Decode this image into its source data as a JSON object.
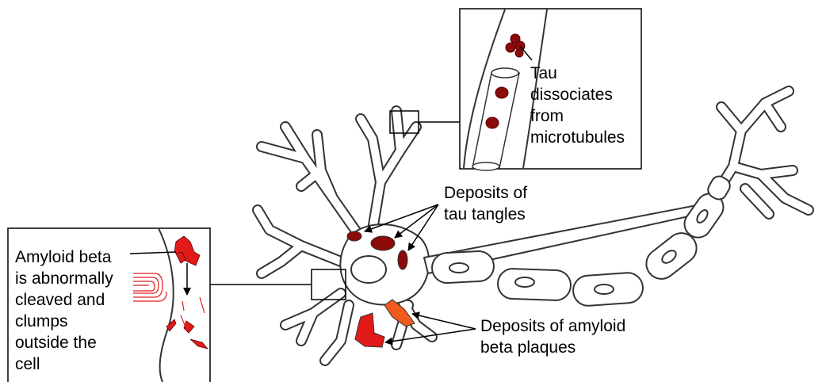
{
  "labels": {
    "tau_inset": [
      "Tau",
      "dissociates",
      "from",
      "microtubules"
    ],
    "tau_tangles": [
      "Deposits of",
      "tau tangles"
    ],
    "amyloid_plaques": [
      "Deposits of amyloid",
      "beta plaques"
    ],
    "amyloid_inset": [
      "Amyloid beta",
      "is abnormally",
      "cleaved and",
      "clumps",
      "outside the",
      "cell"
    ]
  },
  "colors": {
    "tau": "#8b0a0a",
    "amyloid": "#e31a1a",
    "amyloid_light": "#f05a1e",
    "outline": "#333333"
  }
}
